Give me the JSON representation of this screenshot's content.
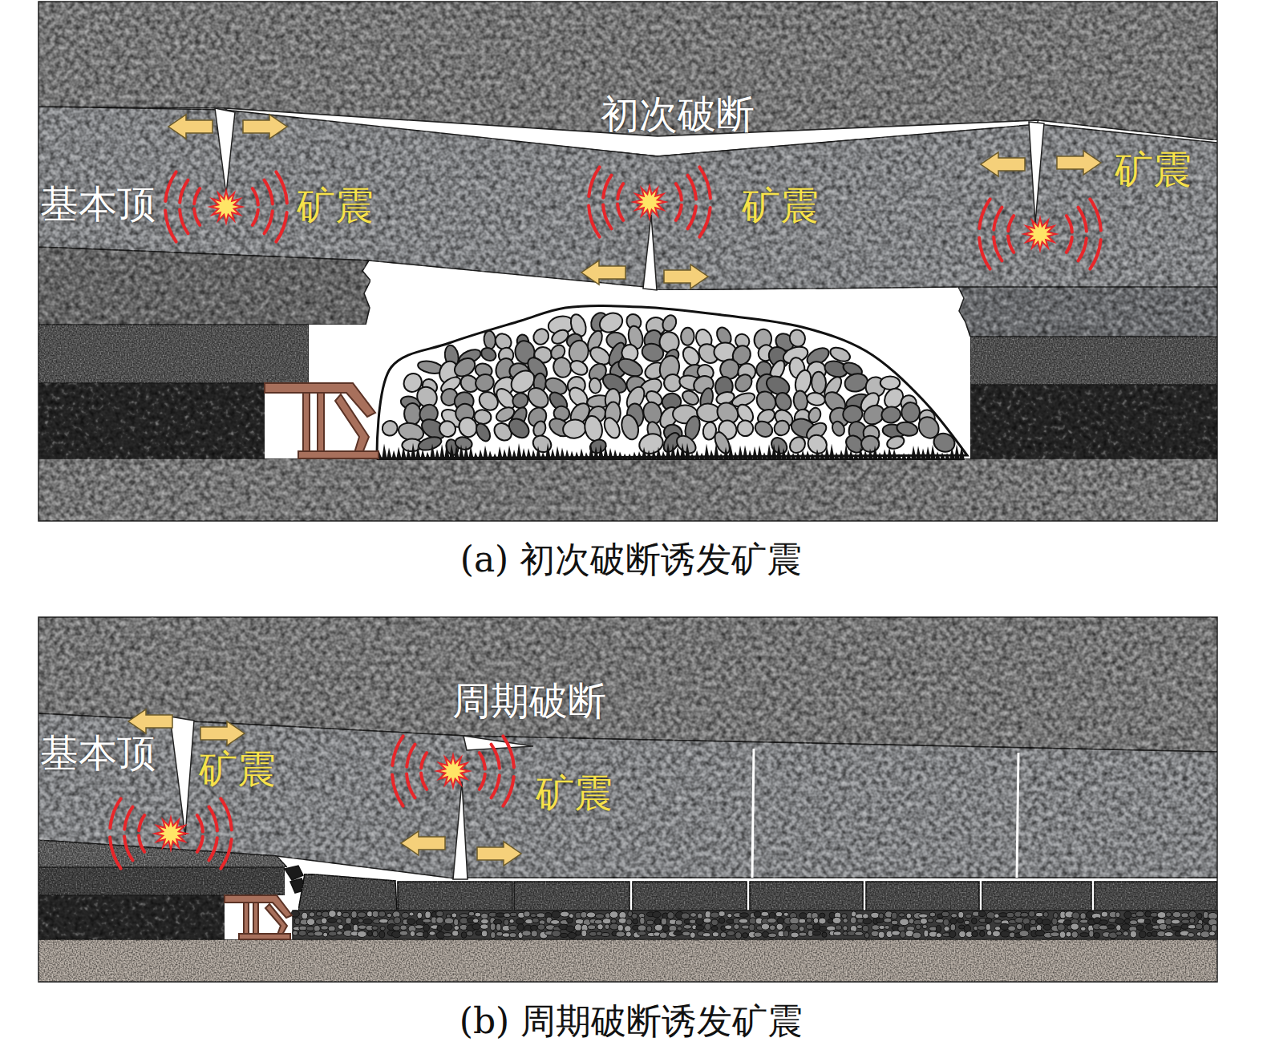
{
  "diagram": {
    "labels": [
      "初次破断",
      "基本顶",
      "矿震",
      "矿震",
      "矿震",
      "(a) 初次破断诱发矿震",
      "周期破断",
      "基本顶",
      "矿震",
      "矿震",
      "(b) 周期破断诱发矿震"
    ]
  }
}
